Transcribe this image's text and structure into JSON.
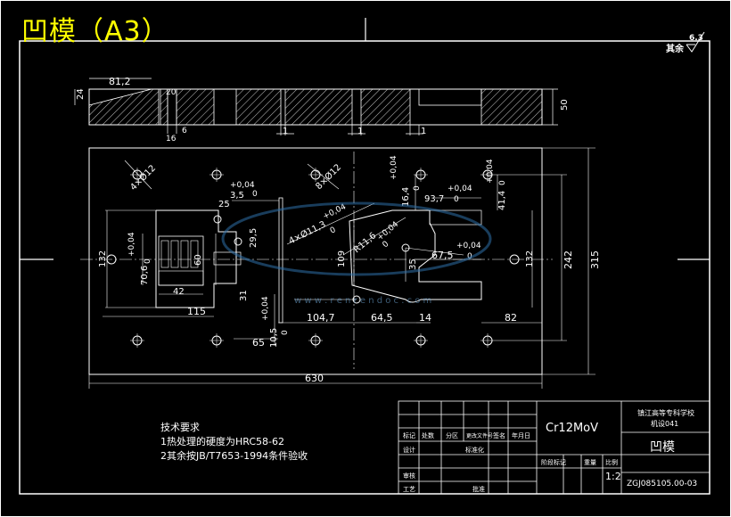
{
  "header": {
    "title": "凹模（A3）"
  },
  "surface_note": {
    "prefix": "其余",
    "ra": "6.3"
  },
  "section_view": {
    "dims": {
      "len_81_2": "81,2",
      "h24": "24",
      "d20": "20",
      "d16": "16",
      "d6": "6",
      "h50": "50",
      "one_a": "1",
      "one_b": "1",
      "one_c": "1"
    }
  },
  "plan_view": {
    "dims": {
      "holes_4x12": "4×Ø12",
      "holes_8x12": "8×Ø12",
      "holes_4x11_3": "4×Ø11,3",
      "w3_5": "3,5",
      "tol_3_5_up": "+0,04",
      "tol_3_5_low": "0",
      "d25": "25",
      "d29_5": "29,5",
      "tol_a_up": "+0,04",
      "tol_a_low": "0",
      "r11_6": "R11,6",
      "r11_6_low": "0",
      "tol_r_up": "+0,04",
      "d16_4": "16,4",
      "tol_16_up": "+0,04",
      "tol_16_low": "0",
      "d93_7": "93,7",
      "tol_93_up": "+0,04",
      "tol_93_low": "0",
      "d41_4": "41,4",
      "tol_41_up": "+0,04",
      "tol_41_low": "0",
      "d132_left": "132",
      "tol_70_up": "+0,04",
      "d70_6": "70,6",
      "tol_70_low": "0",
      "d60": "60",
      "d42": "42",
      "d109": "109",
      "d35": "35",
      "d67_5": "67,5",
      "tol_67_up": "+0,04",
      "tol_67_low": "0",
      "d132_right": "132",
      "d242": "242",
      "d315": "315",
      "d31": "31",
      "d115": "115",
      "tol_10_up": "+0,04",
      "d10_5": "10,5",
      "tol_10_low": "0",
      "d104_7": "104,7",
      "d64_5": "64,5",
      "d14": "14",
      "d82": "82",
      "d65": "65",
      "d630": "630"
    }
  },
  "notes": {
    "heading": "技术要求",
    "line1": "1热处理的硬度为HRC58-62",
    "line2": "2其余按JB/T7653-1994条件验收"
  },
  "title_block": {
    "material": "Cr12MoV",
    "school": "镇江高等专科学校",
    "class": "机设041",
    "part_name": "凹模",
    "drawing_no": "ZGJ085105.00-03",
    "scale": "1:2",
    "hdr_mark": "标记",
    "hdr_count": "处数",
    "hdr_zone": "分区",
    "hdr_docno": "更改文件号",
    "hdr_sign": "签名",
    "hdr_date": "年月日",
    "row_design": "设计",
    "row_std": "标准化",
    "row_review": "审核",
    "row_process": "工艺",
    "row_approve": "批准",
    "stage_mark": "阶段标记",
    "weight": "重量",
    "scale_label": "比例"
  },
  "watermark": {
    "text": "w w w . r e n r e n d o c . c o m"
  }
}
